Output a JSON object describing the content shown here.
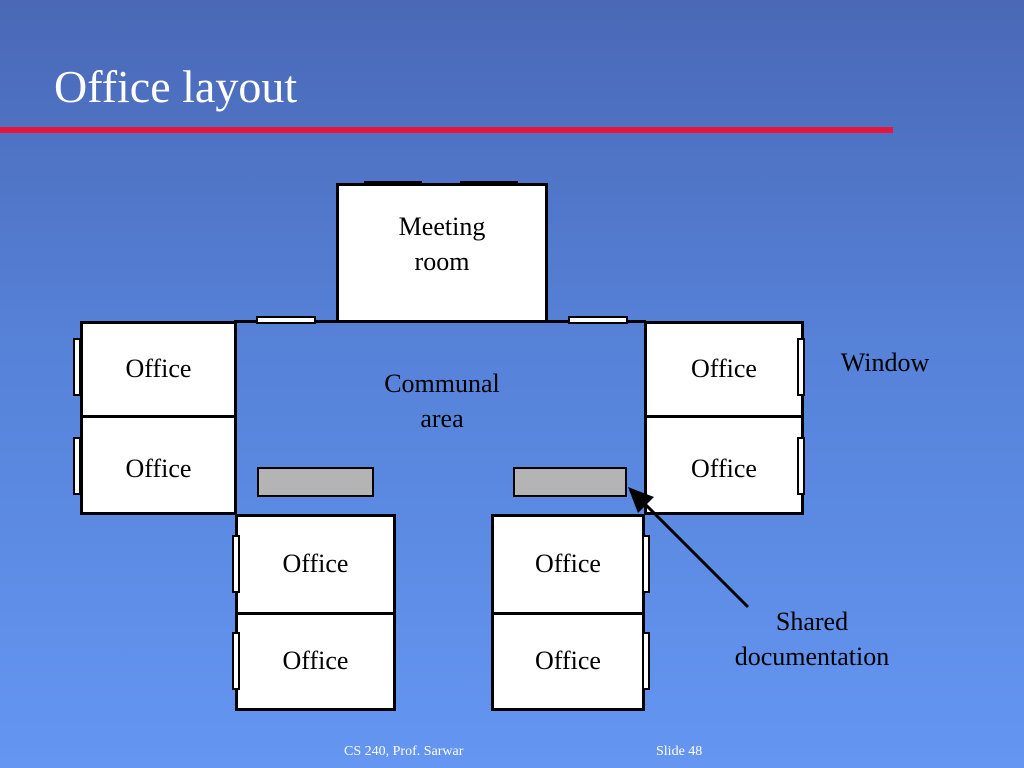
{
  "slide": {
    "title": "Office layout"
  },
  "layout": {
    "meeting_room": {
      "line1": "Meeting",
      "line2": "room"
    },
    "communal_area": {
      "line1": "Communal",
      "line2": "area"
    },
    "office_label": "Office",
    "window_label": "Window",
    "shared_doc": {
      "line1": "Shared",
      "line2": "documentation"
    }
  },
  "footer": {
    "course": "CS 240, Prof. Sarwar",
    "slide_number": "Slide  48"
  },
  "colors": {
    "title_rule": "#e8143c",
    "shelf": "#b4b4b4"
  }
}
